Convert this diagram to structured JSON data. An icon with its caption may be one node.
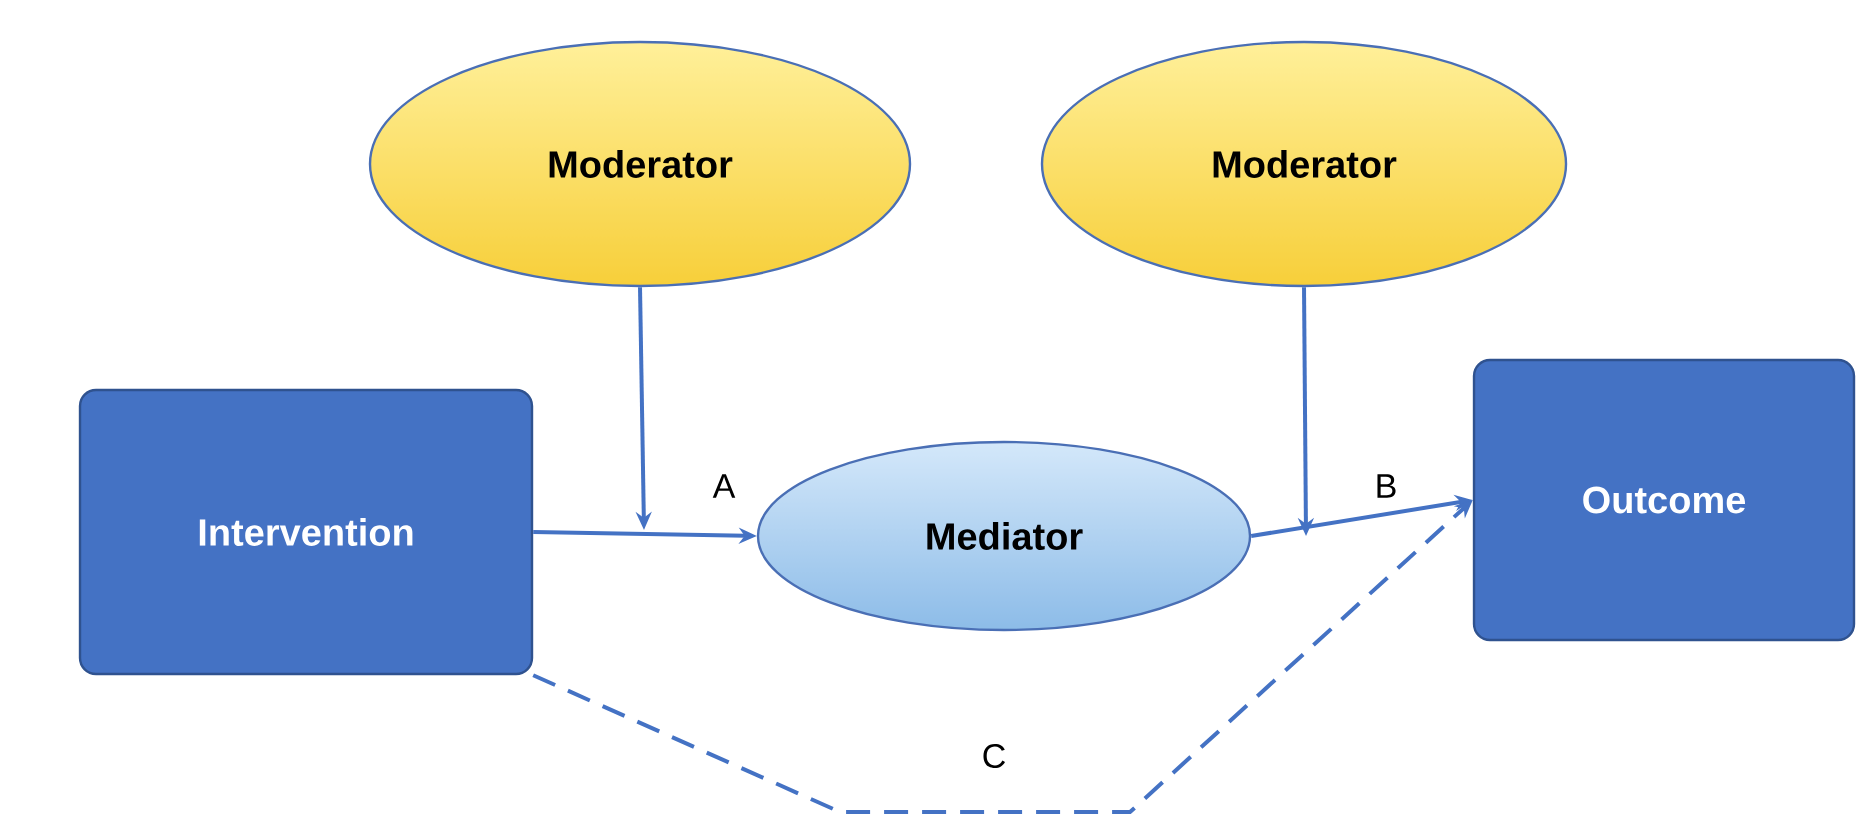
{
  "diagram": {
    "nodes": [
      {
        "text": [
          "Moderator"
        ]
      },
      {
        "text": [
          "Moderator"
        ]
      },
      {
        "text": [
          "Intervention"
        ]
      },
      {
        "text": [
          "Mediator"
        ]
      },
      {
        "text": [
          "Outcome"
        ]
      }
    ],
    "edges": [
      {
        "from": 2,
        "to": 3,
        "arrow": "to",
        "label": "A"
      },
      {
        "from": 3,
        "to": 4,
        "arrow": "to",
        "label": "B"
      },
      {
        "from": 0,
        "to": null,
        "arrow": "to"
      },
      {
        "from": 1,
        "to": null,
        "arrow": "to"
      },
      {
        "from": 2,
        "to": 4,
        "arrow": "to",
        "label": "C",
        "style": "dashed"
      }
    ]
  }
}
